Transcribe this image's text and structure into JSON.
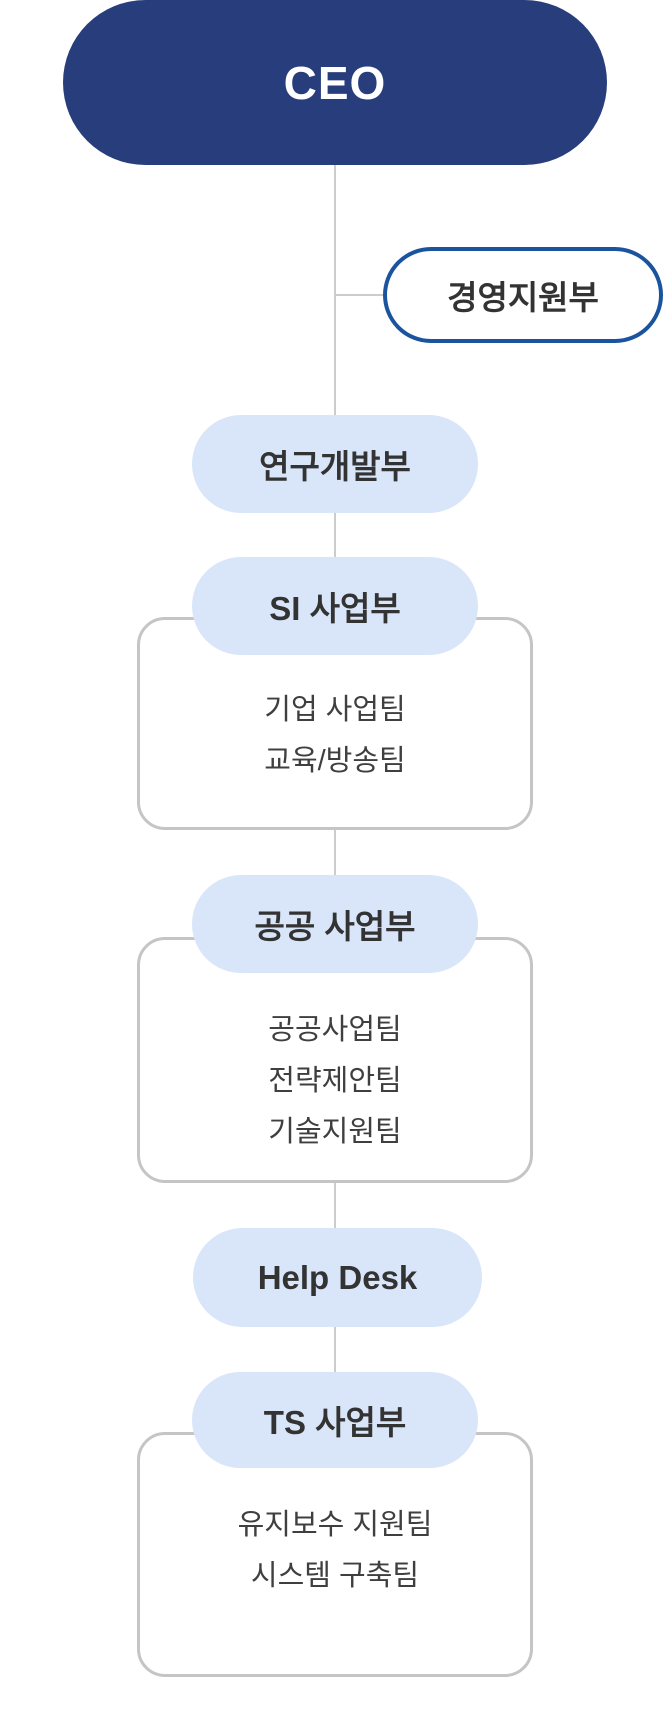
{
  "org_chart": {
    "root": {
      "label": "CEO"
    },
    "staff_branch": {
      "label": "경영지원부"
    },
    "rnd": {
      "label": "연구개발부"
    },
    "helpdesk": {
      "label": "Help Desk"
    },
    "sections": [
      {
        "title": "SI 사업부",
        "teams": [
          "기업 사업팀",
          "교육/방송팀"
        ]
      },
      {
        "title": "공공 사업부",
        "teams": [
          "공공사업팀",
          "전략제안팀",
          "기술지원팀"
        ]
      },
      {
        "title": "TS 사업부",
        "teams": [
          "유지보수 지원팀",
          "시스템 구축팀"
        ]
      }
    ]
  },
  "colors": {
    "ceo_fill": "#283D7C",
    "ceo_text": "#FFFFFF",
    "branch_border": "#1B549E",
    "pill_fill": "#D9E6FA",
    "card_border": "#C5C5C5",
    "connector_line": "#CCCCCC",
    "title_text": "#333333",
    "team_text": "#3F3F3F"
  }
}
